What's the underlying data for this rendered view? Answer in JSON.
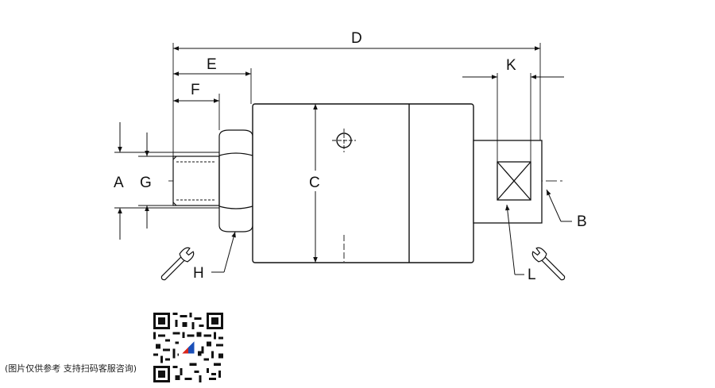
{
  "labels": {
    "D": "D",
    "E": "E",
    "F": "F",
    "K": "K",
    "A": "A",
    "G": "G",
    "C": "C",
    "B": "B",
    "H": "H",
    "L": "L"
  },
  "caption": "(图片仅供参考 支持扫码客服咨询)",
  "icons": [
    "wrench-icon",
    "qr-code"
  ]
}
